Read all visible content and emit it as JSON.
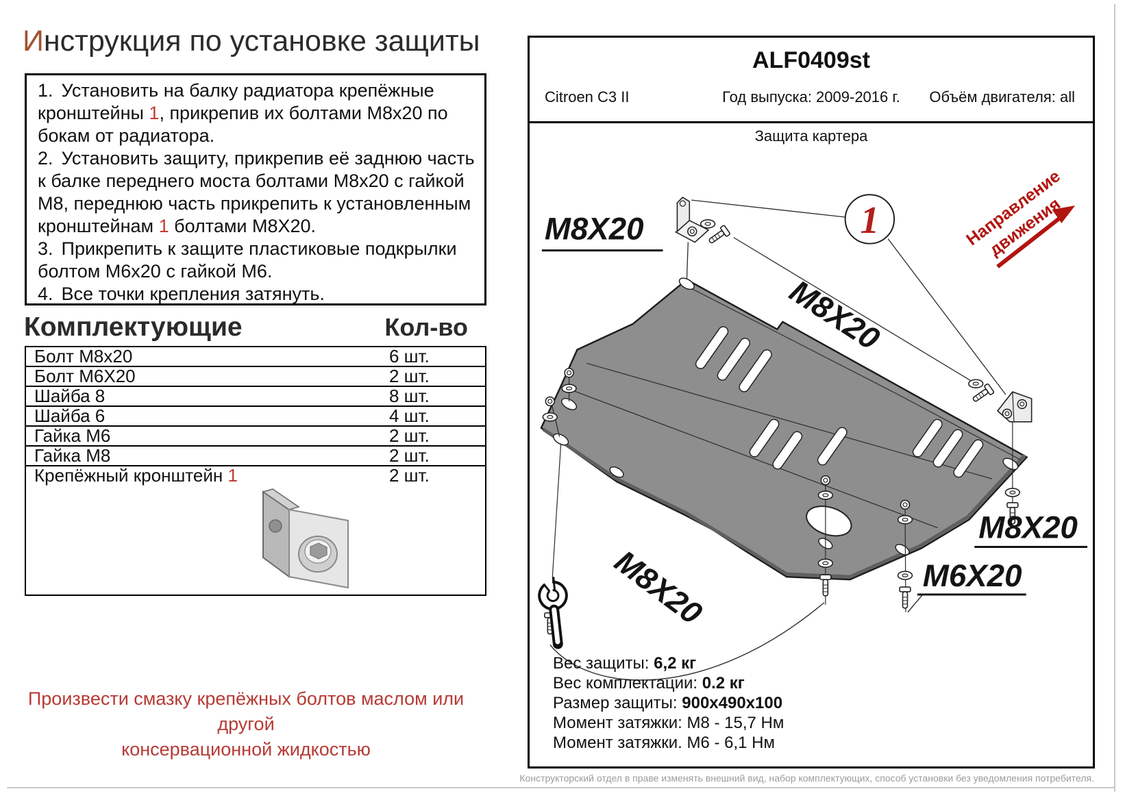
{
  "page": {
    "title_first": "И",
    "title_rest": "нструкция по установке защиты"
  },
  "instructions": {
    "items": [
      {
        "num": "1.",
        "pre": "Установить на балку радиатора крепёжные кронштейны ",
        "red": "1",
        "post": ", прикрепив их болтами М8х20 по бокам от радиатора."
      },
      {
        "num": "2.",
        "pre": "Установить защиту, прикрепив её заднюю часть к балке переднего моста болтами М8х20 с гайкой М8, переднюю часть прикрепить к установленным кронштейнам ",
        "red": "1",
        "post": " болтами М8Х20."
      },
      {
        "num": "3.",
        "pre": "Прикрепить к защите пластиковые подкрылки болтом М6х20 с гайкой М6.",
        "red": "",
        "post": ""
      },
      {
        "num": "4.",
        "pre": "Все точки крепления затянуть.",
        "red": "",
        "post": ""
      }
    ]
  },
  "parts": {
    "title": "Комплектующие",
    "qty_header": "Кол-во",
    "rows": [
      {
        "name": "Болт М8х20",
        "red": "",
        "qty": "6 шт."
      },
      {
        "name": "Болт М6Х20",
        "red": "",
        "qty": "2 шт."
      },
      {
        "name": "Шайба 8",
        "red": "",
        "qty": "8 шт."
      },
      {
        "name": "Шайба 6",
        "red": "",
        "qty": "4 шт."
      },
      {
        "name": "Гайка М6",
        "red": "",
        "qty": "2 шт."
      },
      {
        "name": "Гайка М8",
        "red": "",
        "qty": "2 шт."
      },
      {
        "name": "Крепёжный кронштейн ",
        "red": "1",
        "qty": "2 шт."
      }
    ]
  },
  "note": {
    "line1": "Произвести смазку крепёжных болтов маслом или другой",
    "line2": "консервационной жидкостью"
  },
  "panel": {
    "header": {
      "code": "ALF0409st",
      "car": "Citroen C3 II",
      "year": "Год выпуска: 2009-2016 г.",
      "engine": "Объём двигателя: all",
      "subtitle": "Защита картера"
    },
    "specs": [
      {
        "label": "Вес защиты: ",
        "value": "6,2 кг"
      },
      {
        "label": "Вес комплектации: ",
        "value": "0.2 кг"
      },
      {
        "label": "Размер защиты: ",
        "value": "900х490х100"
      },
      {
        "label": "Момент затяжки:  ",
        "value": "М8 - 15,7 Нм"
      },
      {
        "label": "Момент затяжки.  ",
        "value": "М6 - 6,1 Нм"
      }
    ],
    "fineprint": "Конструкторский отдел в праве изменять внешний вид, набор комплектующих, способ установки без уведомления потребителя."
  },
  "diagram": {
    "label_m8x20_top": "M8X20",
    "label_m8x20_diag": "M8X20",
    "label_m8x20_left": "M8X20",
    "label_m8x20_right": "M8X20",
    "label_m6x20": "M6X20",
    "callout_1": "1",
    "direction_line1": "Направление",
    "direction_line2": "движения"
  },
  "colors": {
    "accent_red": "#c23b2e",
    "callout_red": "#b3201c",
    "direction_red": "#b11510",
    "note_red": "#b73a35",
    "title_initial_red": "#a2512e"
  }
}
